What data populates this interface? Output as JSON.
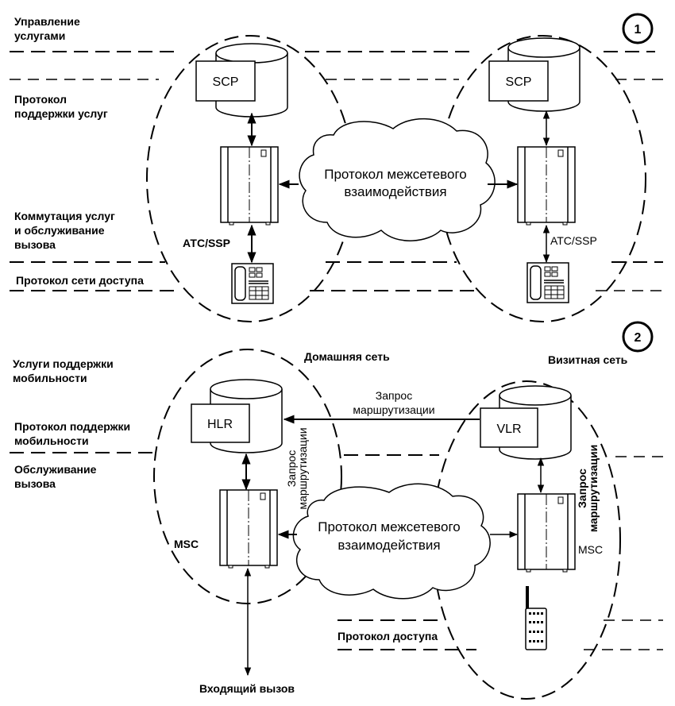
{
  "diagram1": {
    "number": "1",
    "layers": {
      "service_management": "Управление\nуслугами",
      "service_support_protocol": "Протокол\nподдержки услуг",
      "switching": "Коммутация услуг\nи обслуживание\nвызова",
      "access_protocol": "Протокол сети доступа"
    },
    "left_node": {
      "db_label": "SCP",
      "switch_label": "АТС/SSP"
    },
    "right_node": {
      "db_label": "SCP",
      "switch_label": "АТС/SSP"
    },
    "cloud": {
      "line1": "Протокол межсетевого",
      "line2": "взаимодействия"
    }
  },
  "diagram2": {
    "number": "2",
    "layers": {
      "mobility_services": "Услуги поддержки\nмобильности",
      "mobility_protocol": "Протокол поддержки\nмобильности",
      "call_handling": "Обслуживание\nвызова",
      "access_protocol": "Протокол доступа"
    },
    "home_network": {
      "title": "Домашняя сеть",
      "db_label": "HLR",
      "switch_label": "MSC",
      "vertical_note": "Запрос\nмаршрутизации"
    },
    "visited_network": {
      "title": "Визитная сеть",
      "db_label": "VLR",
      "switch_label": "MSC",
      "vertical_note": "Запрос\nмаршрутизации"
    },
    "routing_request": "Запрос\nмаршрутизации",
    "incoming_call": "Входящий вызов",
    "cloud": {
      "line1": "Протокол межсетевого",
      "line2": "взаимодействия"
    }
  },
  "icons": {
    "database": "cylinder",
    "switch": "exchange-cabinet",
    "phone": "desk-telephone",
    "mobile": "mobile-handset",
    "cloud": "cloud"
  }
}
